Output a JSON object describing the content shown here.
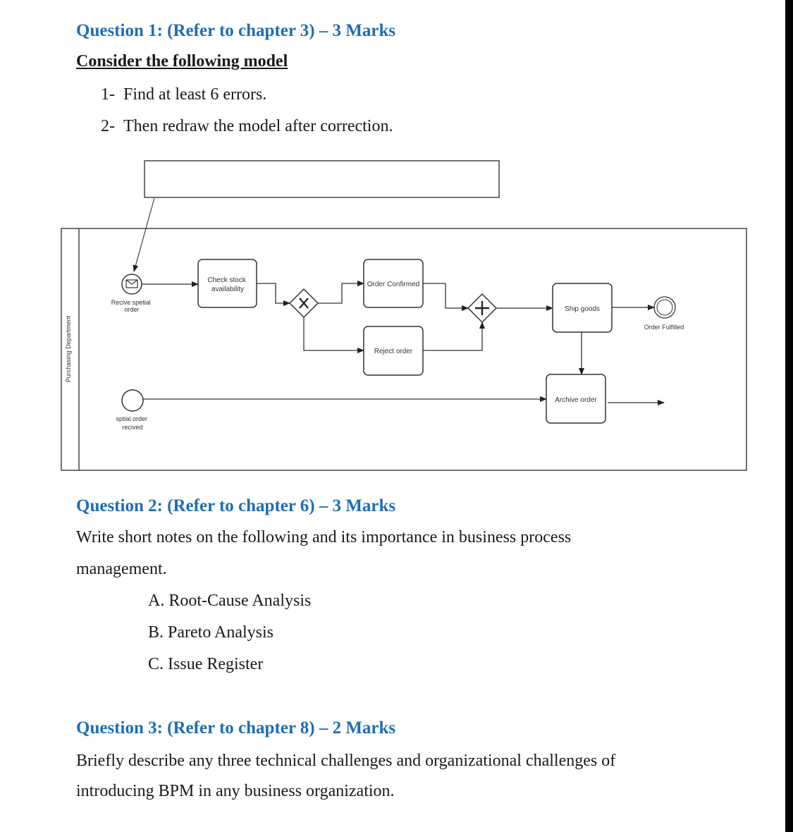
{
  "q1": {
    "heading": "Question 1:  (Refer to chapter 3) – 3 Marks",
    "subheading": "Consider the following model",
    "items": [
      {
        "num": "1-",
        "text": "Find at least 6 errors."
      },
      {
        "num": "2-",
        "text": "Then redraw the model after correction."
      }
    ]
  },
  "diagram": {
    "lane_label": "Purchasing Department",
    "start_event_message_label": [
      "Recive spetial",
      "order"
    ],
    "task_check_stock": [
      "Check stock",
      "availability"
    ],
    "task_order_confirmed": "Order Confirmed",
    "task_reject_order": "Reject order",
    "task_ship_goods": "Ship goods",
    "end_event_label": "Order Fulfilled",
    "start_event_2_label": [
      "sptial order",
      "recived"
    ],
    "task_archive_order": "Archive order",
    "annotation_text": ""
  },
  "q2": {
    "heading": "Question 2: (Refer to chapter 6) – 3 Marks",
    "line1": "Write short notes on the following and its importance in business process",
    "line2": "management.",
    "items": [
      {
        "letter": "A.",
        "text": "Root-Cause Analysis"
      },
      {
        "letter": "B.",
        "text": "Pareto Analysis"
      },
      {
        "letter": "C.",
        "text": "Issue Register"
      }
    ]
  },
  "q3": {
    "heading": "Question 3: (Refer to chapter 8) – 2 Marks",
    "line1": "Briefly describe any three technical challenges and organizational challenges of",
    "line2": "introducing BPM in any business organization."
  }
}
